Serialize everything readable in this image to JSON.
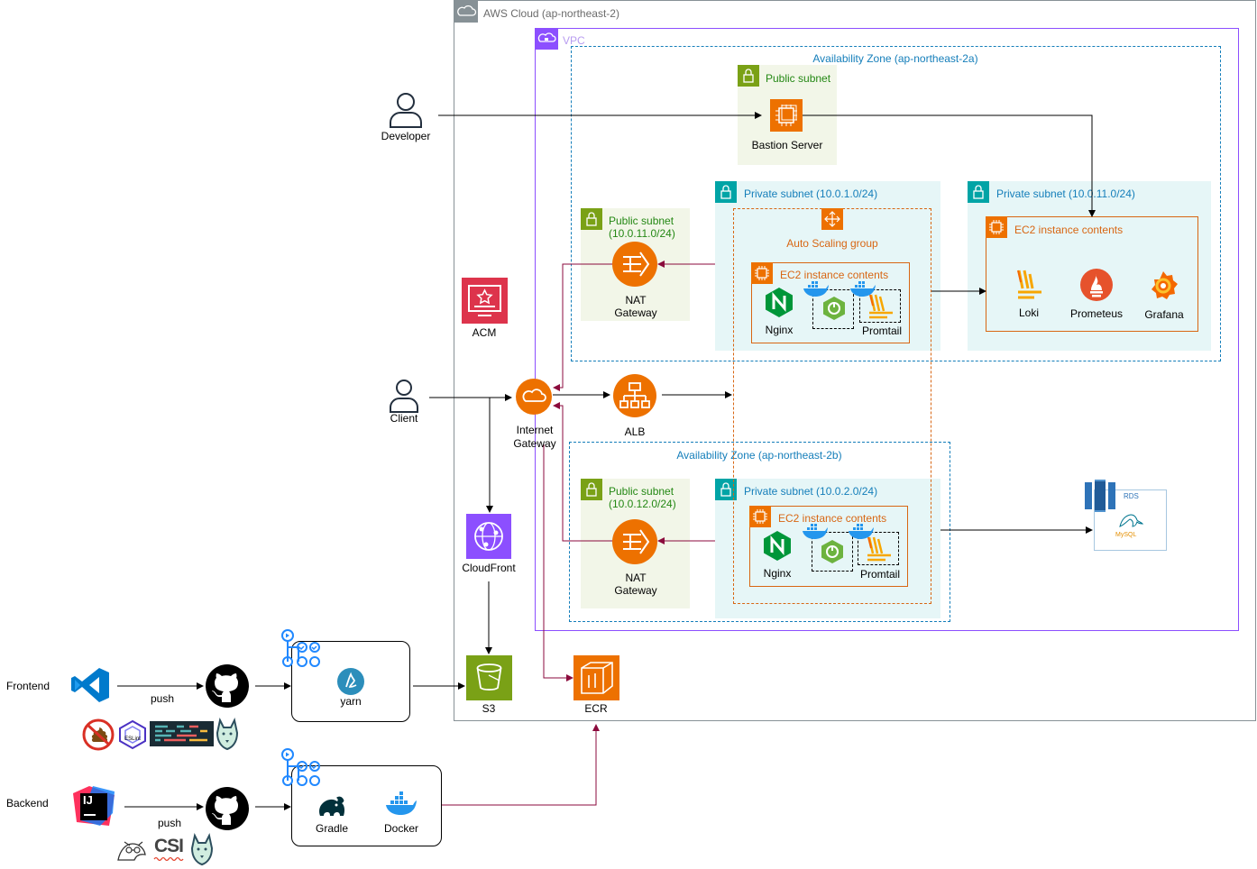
{
  "containers": {
    "aws_cloud": "AWS Cloud (ap-northeast-2)",
    "vpc": "VPC",
    "az_a": "Availability Zone (ap-northeast-2a)",
    "az_b": "Availability Zone (ap-northeast-2b)",
    "public_subnet_top": "Public subnet",
    "public_subnet_a_line1": "Public subnet",
    "public_subnet_a_line2": "(10.0.11.0/24)",
    "public_subnet_b_line1": "Public subnet",
    "public_subnet_b_line2": "(10.0.12.0/24)",
    "private_subnet_a": "Private subnet (10.0.1.0/24)",
    "private_subnet_monitor": "Private subnet (10.0.11.0/24)",
    "private_subnet_b": "Private subnet (10.0.2.0/24)",
    "auto_scaling_group": "Auto Scaling group",
    "ec2_contents_a": "EC2 instance contents",
    "ec2_contents_monitor": "EC2 instance contents",
    "ec2_contents_b": "EC2 instance contents"
  },
  "nodes": {
    "developer": "Developer",
    "client": "Client",
    "bastion": "Bastion Server",
    "acm": "ACM",
    "internet_gateway_l1": "Internet",
    "internet_gateway_l2": "Gateway",
    "alb": "ALB",
    "nat_a_l1": "NAT",
    "nat_a_l2": "Gateway",
    "nat_b_l1": "NAT",
    "nat_b_l2": "Gateway",
    "nginx_a": "Nginx",
    "promtail_a": "Promtail",
    "nginx_b": "Nginx",
    "promtail_b": "Promtail",
    "loki": "Loki",
    "prometheus": "Prometeus",
    "grafana": "Grafana",
    "rds": "RDS",
    "mysql": "MySQL",
    "cloudfront": "CloudFront",
    "s3": "S3",
    "ecr": "ECR"
  },
  "pipeline": {
    "frontend": "Frontend",
    "backend": "Backend",
    "push_front": "push",
    "push_back": "push",
    "yarn": "yarn",
    "gradle": "Gradle",
    "docker": "Docker",
    "eslint": "ESLint",
    "csi": "CSI",
    "ij": "IJ"
  },
  "colors": {
    "aws_cloud_border": "#879196",
    "vpc_border": "#8C4FFF",
    "az_border": "#147EBA",
    "public_subnet_fill": "#F2F6E8",
    "public_subnet_accent": "#7AA116",
    "private_subnet_fill": "#E6F6F7",
    "private_subnet_accent": "#00A4A6",
    "compute_orange": "#ED7100",
    "asg_border": "#D86613",
    "acm_red": "#DD344C",
    "cloudfront_purple": "#8C4FFF",
    "s3_green": "#7AA116",
    "rds_blue": "#2E73B8",
    "route_maroon": "#8B0A3C"
  },
  "icons": [
    "user-icon",
    "ec2-icon",
    "nat-gateway-icon",
    "alb-icon",
    "internet-gateway-icon",
    "acm-icon",
    "cloudfront-icon",
    "s3-icon",
    "ecr-icon",
    "rds-icon",
    "nginx-icon",
    "spring-icon",
    "docker-icon",
    "loki-icon",
    "prometheus-icon",
    "grafana-icon",
    "vscode-icon",
    "github-icon",
    "github-actions-icon",
    "intellij-icon",
    "husky-icon",
    "gradle-icon",
    "yarn-icon"
  ]
}
